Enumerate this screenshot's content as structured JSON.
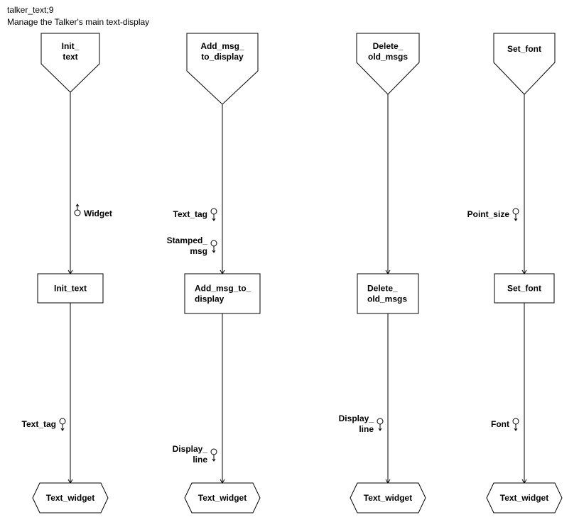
{
  "header": {
    "title": "talker_text;9",
    "subtitle": "Manage the Talker's main text-display"
  },
  "columns": [
    {
      "entry": [
        "Init_",
        "text"
      ],
      "module": [
        "Init_text"
      ],
      "upper_couples": [
        {
          "text": [
            "Widget"
          ],
          "kind": "up"
        }
      ],
      "lower_couples": [
        {
          "text": [
            "Text_tag"
          ],
          "kind": "down"
        }
      ],
      "target": "Text_widget"
    },
    {
      "entry": [
        "Add_msg_",
        "to_display"
      ],
      "module": [
        "Add_msg_to_",
        "display"
      ],
      "upper_couples": [
        {
          "text": [
            "Text_tag"
          ],
          "kind": "down"
        },
        {
          "text": [
            "Stamped_",
            "msg"
          ],
          "kind": "down"
        }
      ],
      "lower_couples": [
        {
          "text": [
            "Display_",
            "line"
          ],
          "kind": "down"
        }
      ],
      "target": "Text_widget"
    },
    {
      "entry": [
        "Delete_",
        "old_msgs"
      ],
      "module": [
        "Delete_",
        "old_msgs"
      ],
      "upper_couples": [],
      "lower_couples": [
        {
          "text": [
            "Display_",
            "line"
          ],
          "kind": "down"
        }
      ],
      "target": "Text_widget"
    },
    {
      "entry": [
        "Set_font"
      ],
      "module": [
        "Set_font"
      ],
      "upper_couples": [
        {
          "text": [
            "Point_size"
          ],
          "kind": "down"
        }
      ],
      "lower_couples": [
        {
          "text": [
            "Font"
          ],
          "kind": "down"
        }
      ],
      "target": "Text_widget"
    }
  ]
}
